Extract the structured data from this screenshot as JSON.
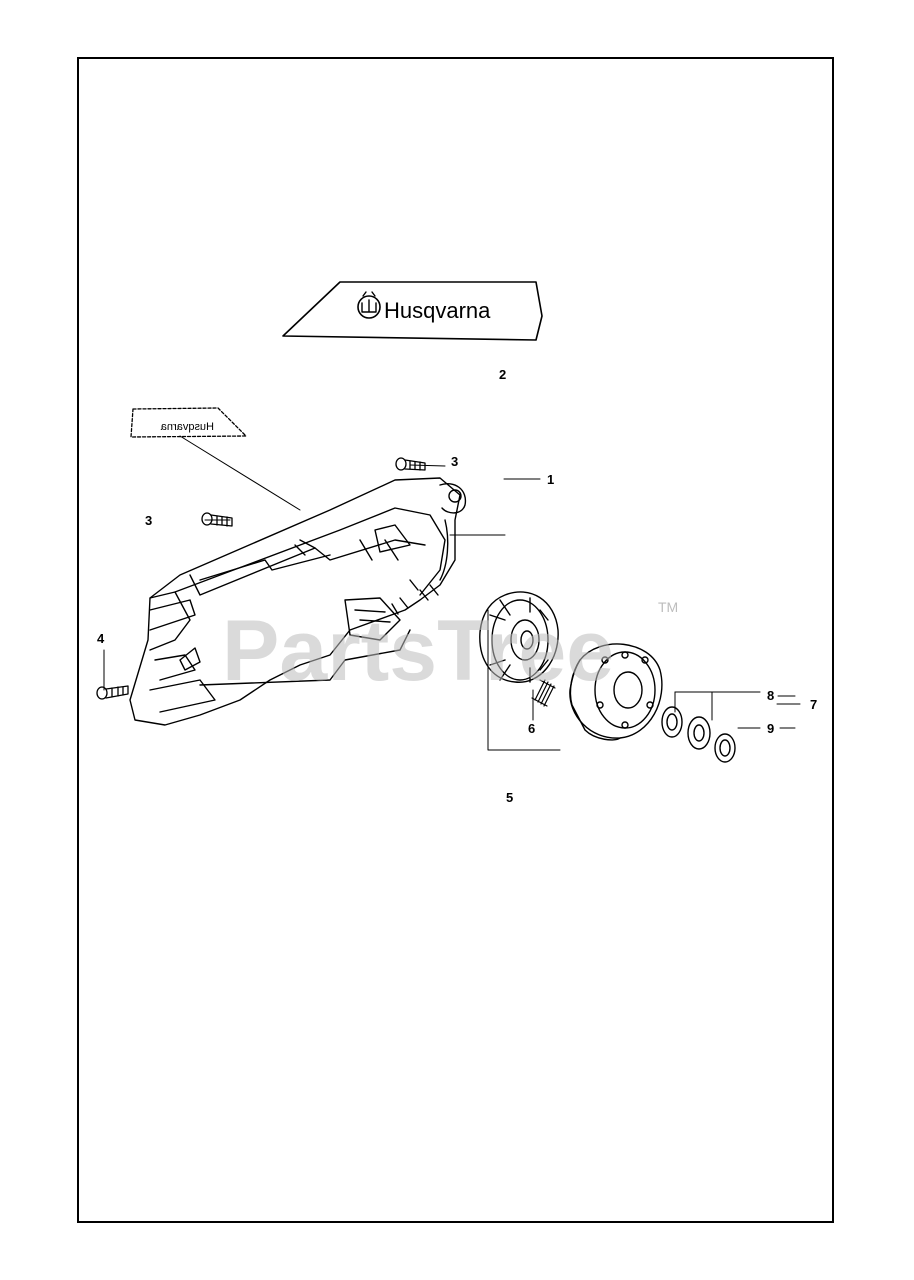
{
  "decal": {
    "brand": "Husqvarna",
    "mirror_brand": "Husqvarna"
  },
  "callouts": {
    "c1": "1",
    "c2": "2",
    "c3a": "3",
    "c3b": "3",
    "c4": "4",
    "c5": "5",
    "c6": "6",
    "c7": "7",
    "c8": "8",
    "c9": "9"
  },
  "watermark": {
    "text": "PartsTree",
    "tm": "TM"
  },
  "colors": {
    "line": "#000000",
    "watermark": "#bdbdbd"
  }
}
